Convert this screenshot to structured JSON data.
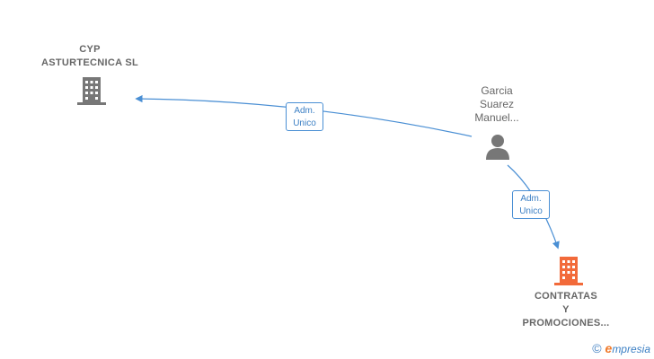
{
  "nodes": {
    "company_a": {
      "line1": "CYP",
      "line2": "ASTURTECNICA SL",
      "icon": "building-icon",
      "color": "#777777"
    },
    "person": {
      "line1": "Garcia",
      "line2": "Suarez",
      "line3": "Manuel...",
      "icon": "person-icon",
      "color": "#777777"
    },
    "company_b": {
      "line1": "CONTRATAS",
      "line2": "Y",
      "line3": "PROMOCIONES...",
      "icon": "building-icon",
      "color": "#f26a3a"
    }
  },
  "edges": [
    {
      "from": "person",
      "to": "company_a",
      "label_line1": "Adm.",
      "label_line2": "Unico"
    },
    {
      "from": "person",
      "to": "company_b",
      "label_line1": "Adm.",
      "label_line2": "Unico"
    }
  ],
  "footer": {
    "copyright": "©",
    "brand_initial": "e",
    "brand_rest": "mpresia"
  },
  "colors": {
    "edge": "#4a8fd4",
    "text": "#666666"
  }
}
